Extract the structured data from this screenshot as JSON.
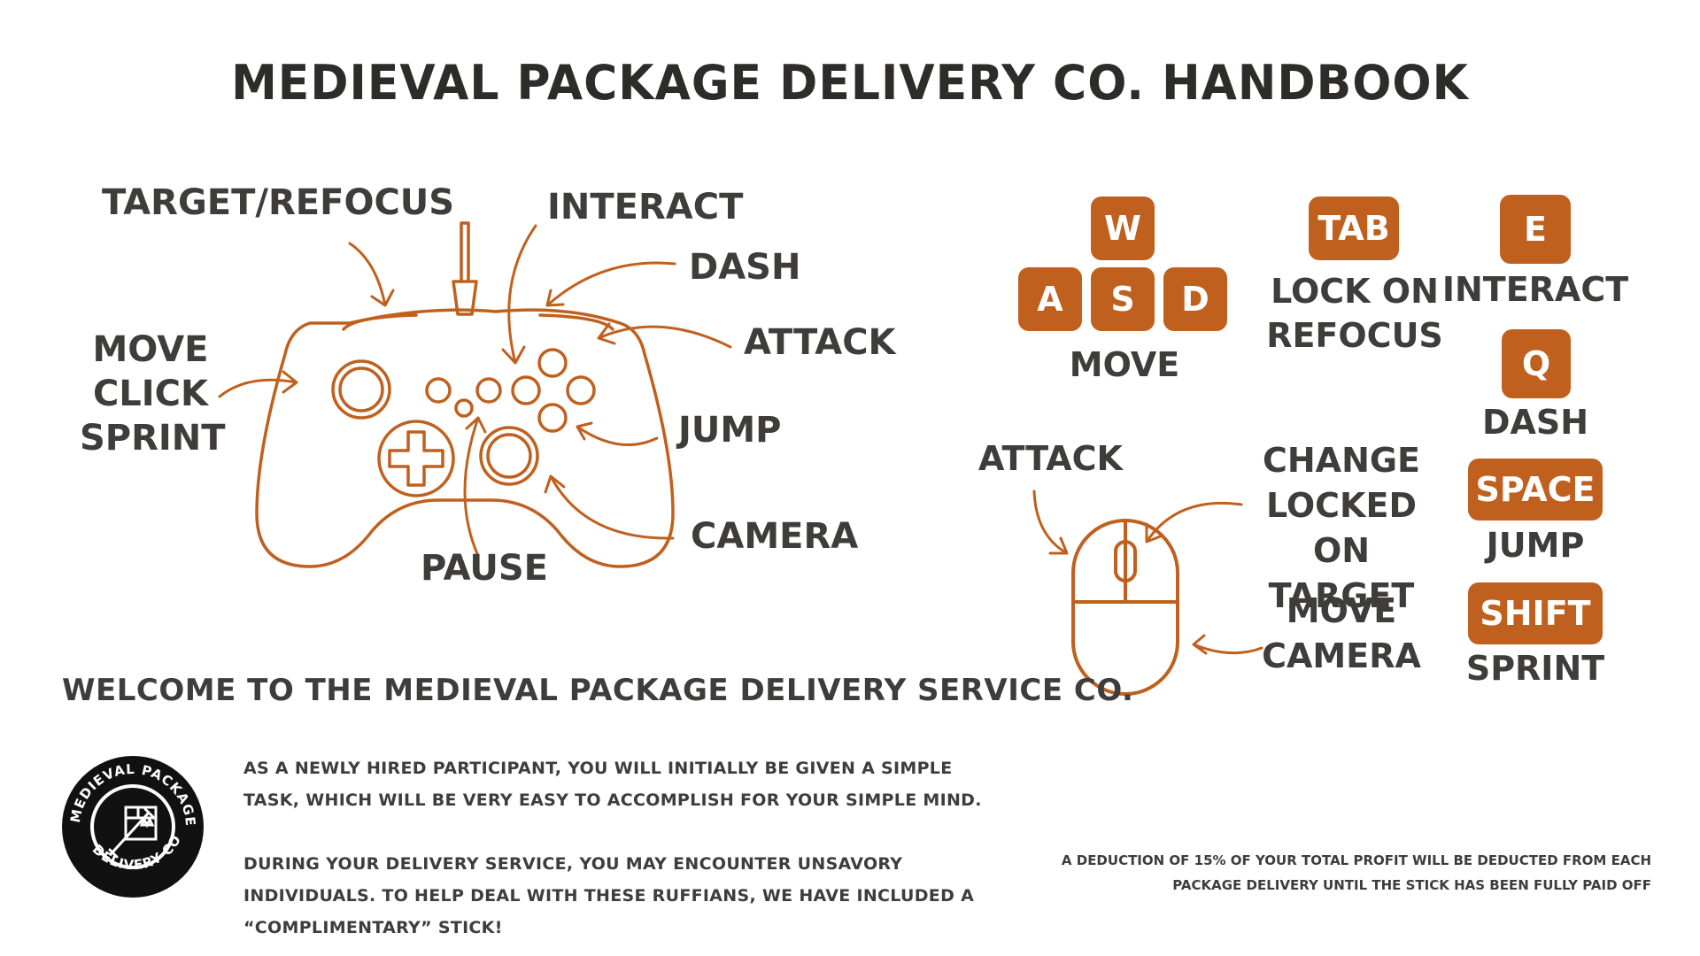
{
  "title": "MEDIEVAL PACKAGE DELIVERY CO. HANDBOOK",
  "controller": {
    "target_refocus": "TARGET/REFOCUS",
    "interact": "INTERACT",
    "dash": "DASH",
    "attack": "ATTACK",
    "jump": "JUMP",
    "camera": "CAMERA",
    "pause": "PAUSE",
    "move_lines": [
      "MOVE",
      "CLICK",
      "SPRINT"
    ]
  },
  "keyboard": {
    "keys": {
      "w": "W",
      "a": "A",
      "s": "S",
      "d": "D",
      "tab": "TAB",
      "e": "E",
      "q": "Q",
      "space": "SPACE",
      "shift": "SHIFT"
    },
    "move": "MOVE",
    "tab_lines": [
      "LOCK ON",
      "REFOCUS"
    ],
    "interact": "INTERACT",
    "dash": "DASH",
    "jump": "JUMP",
    "sprint": "SPRINT"
  },
  "mouse": {
    "attack": "ATTACK",
    "change_lines": [
      "CHANGE",
      "LOCKED ON",
      "TARGET"
    ],
    "move_camera_lines": [
      "MOVE",
      "CAMERA"
    ]
  },
  "welcome": "WELCOME TO THE MEDIEVAL PACKAGE DELIVERY SERVICE CO.",
  "paragraphs": [
    "As a newly hired participant, you will initially be given a simple task, which will be very easy to accomplish for your simple mind.",
    "During your delivery service, you may encounter unsavory individuals. To help deal with these ruffians, we have included a “complimentary” stick!"
  ],
  "note": "A deduction of 15% of your total profit will be deducted from each package delivery until the stick has been fully paid off",
  "logo_text": "MEDIEVAL PACKAGE DELIVERY CO.",
  "colors": {
    "accent": "#c0601e",
    "text": "#3f3c3c",
    "background": "#ffffff"
  }
}
